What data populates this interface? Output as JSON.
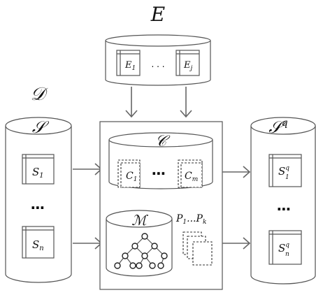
{
  "labels": {
    "E": "E",
    "D": "𝒟",
    "S": "𝒮",
    "C": "𝒞",
    "M": "ℳ",
    "Sq_base": "𝒮",
    "Sq_sup": "q"
  },
  "e_source": {
    "first": {
      "base": "E",
      "sub": "1"
    },
    "ellipsis": ". . .",
    "last": {
      "base": "E",
      "sub": "j"
    }
  },
  "s_cylinder": {
    "first": {
      "base": "S",
      "sub": "1"
    },
    "ellipsis": "⋯",
    "last": {
      "base": "S",
      "sub": "n"
    }
  },
  "c_cylinder": {
    "first": {
      "base": "C",
      "sub": "1"
    },
    "ellipsis": "⋯",
    "last": {
      "base": "C",
      "sub": "m"
    }
  },
  "patterns": {
    "first": {
      "base": "P",
      "sub": "1"
    },
    "sep": "...",
    "last": {
      "base": "P",
      "sub": "k"
    }
  },
  "sq_cylinder": {
    "first": {
      "base": "S",
      "sub": "1",
      "sup": "q"
    },
    "ellipsis": "⋯",
    "last": {
      "base": "S",
      "sub": "n",
      "sup": "q"
    }
  }
}
